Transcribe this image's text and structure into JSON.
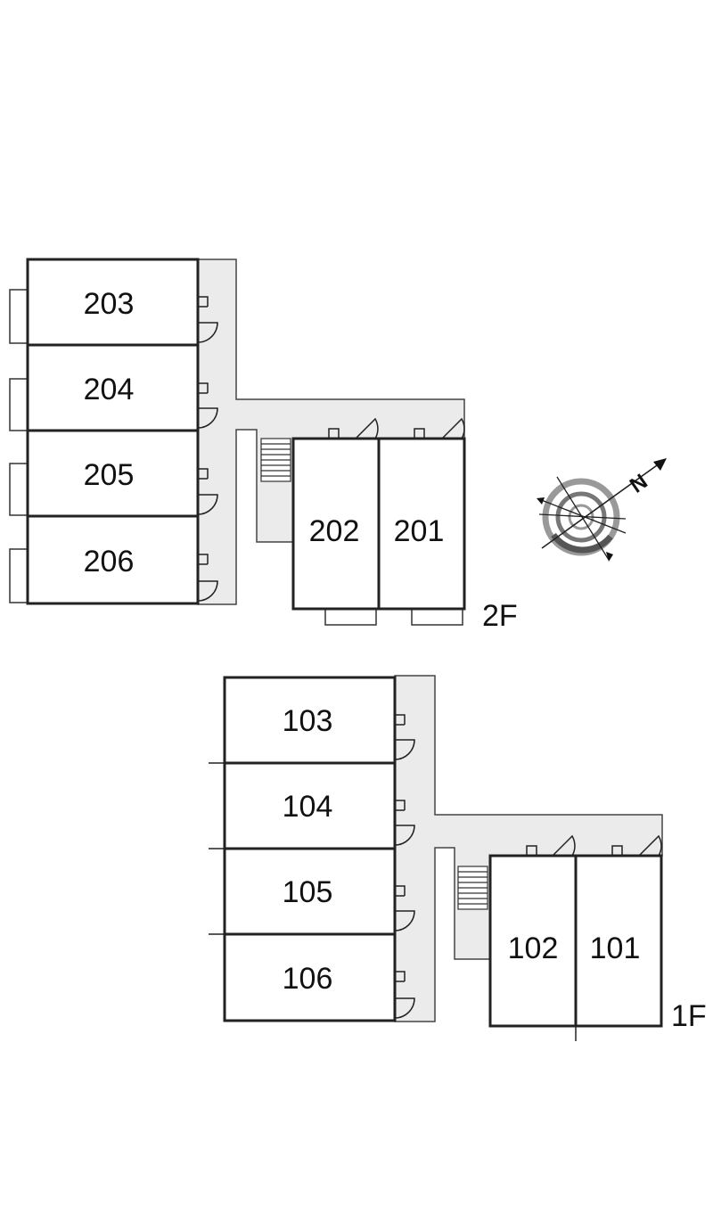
{
  "floors": [
    {
      "label": "2F",
      "units": [
        "203",
        "204",
        "205",
        "206",
        "202",
        "201"
      ]
    },
    {
      "label": "1F",
      "units": [
        "103",
        "104",
        "105",
        "106",
        "102",
        "101"
      ]
    }
  ],
  "compass": {
    "label": "N"
  }
}
